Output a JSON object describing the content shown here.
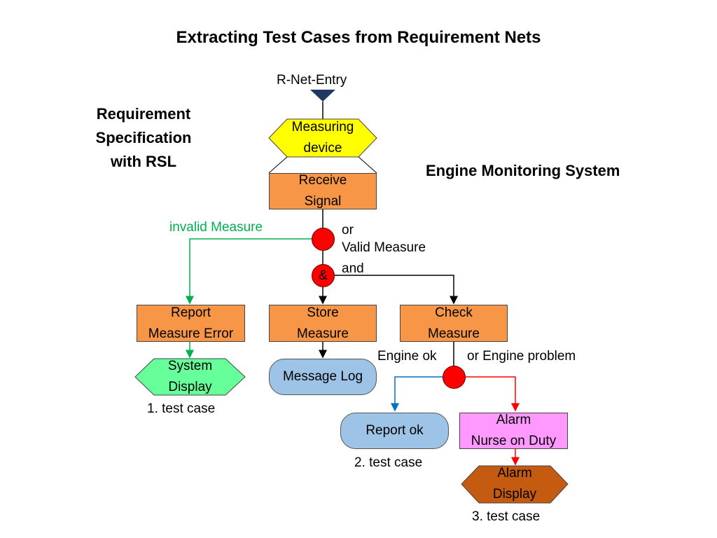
{
  "title": "Extracting Test Cases from Requirement Nets",
  "side_label": [
    "Requirement",
    "Specification",
    "with RSL"
  ],
  "system_label": "Engine Monitoring System",
  "entry_label": "R-Net-Entry",
  "nodes": {
    "measuring_device": [
      "Measuring",
      "device"
    ],
    "receive_signal": [
      "Receive",
      "Signal"
    ],
    "report_error": [
      "Report",
      "Measure Error"
    ],
    "store_measure": [
      "Store",
      "Measure"
    ],
    "check_measure": [
      "Check",
      "Measure"
    ],
    "system_display": [
      "System",
      "Display"
    ],
    "message_log": "Message Log",
    "report_ok": "Report ok",
    "alarm_nurse": [
      "Alarm",
      "Nurse on Duty"
    ],
    "alarm_display": [
      "Alarm",
      "Display"
    ]
  },
  "junctions": {
    "and_symbol": "&"
  },
  "branch_labels": {
    "invalid": "invalid  Measure",
    "or": "or",
    "valid": "Valid Measure",
    "and": "and",
    "engine_ok": "Engine ok",
    "engine_problem": "or  Engine problem"
  },
  "test_cases": [
    "1. test case",
    "2.  test case",
    "3.  test case"
  ],
  "colors": {
    "orange": "#f79646",
    "yellow": "#ffff00",
    "green_node": "#66ff99",
    "light_blue": "#9dc3e6",
    "pink": "#ff99ff",
    "brown": "#c55a11",
    "junction_red": "#ff0000",
    "green_line": "#00b050",
    "blue_line": "#0070c0",
    "red_line": "#ff0000",
    "entry_triangle": "#1f3864"
  }
}
